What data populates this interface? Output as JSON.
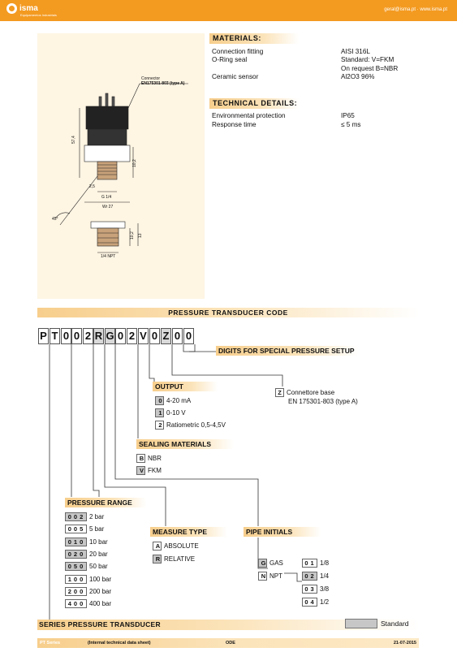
{
  "header": {
    "logo_text": "isma",
    "logo_sub": "Equipamentos Industriais",
    "contact": "geral@isma.pt  ·  www.isma.pt",
    "color": "#f39a20"
  },
  "drawing": {
    "connector_label_1": "Connector",
    "connector_label_2": "EN175301-803 (type A)",
    "dim_height": "57,4",
    "dim_thread": "G 1/4",
    "dim_side1": "2,5",
    "dim_side2": "10,2",
    "dim_wrench": "Wr 27",
    "dim_wrench2": "13",
    "dim_npt_height": "10,2",
    "dim_npt": "1/4 NPT",
    "angle": "45°"
  },
  "materials": {
    "title": "MATERIALS:",
    "rows": [
      {
        "label": "Connection fitting",
        "value": "AISI 316L"
      },
      {
        "label": "O-Ring seal",
        "value": "Standard:   V=FKM"
      },
      {
        "label": "",
        "value": "On request  B=NBR"
      },
      {
        "label": "Ceramic sensor",
        "value": "Al2O3  96%"
      }
    ]
  },
  "technical": {
    "title": "TECHNICAL DETAILS:",
    "rows": [
      {
        "label": "Environmental protection",
        "value": "IP65"
      },
      {
        "label": "Response time",
        "value": "≤ 5 ms"
      }
    ]
  },
  "code": {
    "title": "PRESSURE TRANSDUCER CODE",
    "chars": [
      "P",
      "T",
      "0",
      "0",
      "2",
      "R",
      "G",
      "0",
      "2",
      "V",
      "0",
      "Z",
      "0",
      "0"
    ]
  },
  "special_setup": {
    "label": "DIGITS FOR SPECIAL PRESSURE SETUP"
  },
  "output": {
    "label": "OUTPUT",
    "options": [
      {
        "code": "0",
        "text": "4-20 mA",
        "standard": true
      },
      {
        "code": "1",
        "text": "0-10 V",
        "standard": true
      },
      {
        "code": "2",
        "text": "Ratiometric 0,5-4,5V",
        "standard": false
      }
    ]
  },
  "connector": {
    "code": "Z",
    "text_1": "Connettore base",
    "text_2": "EN 175301-803 (type A)"
  },
  "sealing": {
    "label": "SEALING MATERIALS",
    "options": [
      {
        "code": "B",
        "text": "NBR",
        "standard": false
      },
      {
        "code": "V",
        "text": "FKM",
        "standard": true
      }
    ]
  },
  "pressure_range": {
    "label": "PRESSURE RANGE",
    "options": [
      {
        "code": "002",
        "text": "2 bar",
        "standard": true
      },
      {
        "code": "005",
        "text": "5 bar",
        "standard": false
      },
      {
        "code": "010",
        "text": "10 bar",
        "standard": true
      },
      {
        "code": "020",
        "text": "20 bar",
        "standard": true
      },
      {
        "code": "050",
        "text": "50 bar",
        "standard": true
      },
      {
        "code": "100",
        "text": "100 bar",
        "standard": false
      },
      {
        "code": "200",
        "text": "200 bar",
        "standard": false
      },
      {
        "code": "400",
        "text": "400 bar",
        "standard": false
      }
    ]
  },
  "measure_type": {
    "label": "MEASURE TYPE",
    "options": [
      {
        "code": "A",
        "text": "ABSOLUTE",
        "standard": false
      },
      {
        "code": "R",
        "text": "RELATIVE",
        "standard": true
      }
    ]
  },
  "pipe_initials": {
    "label": "PIPE INITIALS",
    "types": [
      {
        "code": "G",
        "text": "GAS",
        "standard": true
      },
      {
        "code": "N",
        "text": "NPT",
        "standard": false
      }
    ],
    "sizes": [
      {
        "code": "01",
        "text": "1/8",
        "standard": false
      },
      {
        "code": "02",
        "text": "1/4",
        "standard": true
      },
      {
        "code": "03",
        "text": "3/8",
        "standard": false
      },
      {
        "code": "04",
        "text": "1/2",
        "standard": false
      }
    ]
  },
  "series": {
    "label": "SERIES PRESSURE TRANSDUCER"
  },
  "legend": {
    "text": "Standard"
  },
  "footer": {
    "series": "PT Series",
    "sheet": "(Internal technical data sheet)",
    "code": "ODE",
    "date": "21-07-2015"
  }
}
